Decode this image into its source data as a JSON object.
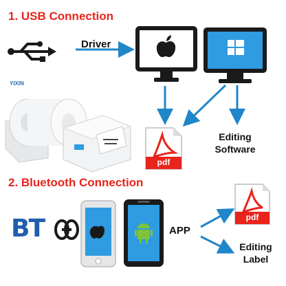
{
  "sections": {
    "usb": {
      "title": "1. USB Connection"
    },
    "bluetooth": {
      "title": "2. Bluetooth Connection"
    }
  },
  "labels": {
    "driver": "Driver",
    "editing_software_line1": "Editing",
    "editing_software_line2": "Software",
    "app": "APP",
    "editing_label_line1": "Editing",
    "editing_label_line2": "Label",
    "bt_logo": "BT",
    "pdf": "pdf",
    "brand": "YIXIN"
  },
  "icons": {
    "usb": "usb-icon",
    "apple_monitor": "apple-monitor-icon",
    "windows_monitor": "windows-monitor-icon",
    "pdf": "pdf-icon",
    "printer": "label-printer-icon",
    "bt": "bluetooth-bt-icon",
    "link": "chain-link-icon",
    "iphone": "iphone-icon",
    "android_phone": "android-phone-icon"
  },
  "colors": {
    "accent_red": "#e8241c",
    "arrow_blue": "#1f86c9",
    "screen_blue": "#2f9be0",
    "bt_blue": "#1f5fae",
    "dark": "#1a1a1a"
  }
}
